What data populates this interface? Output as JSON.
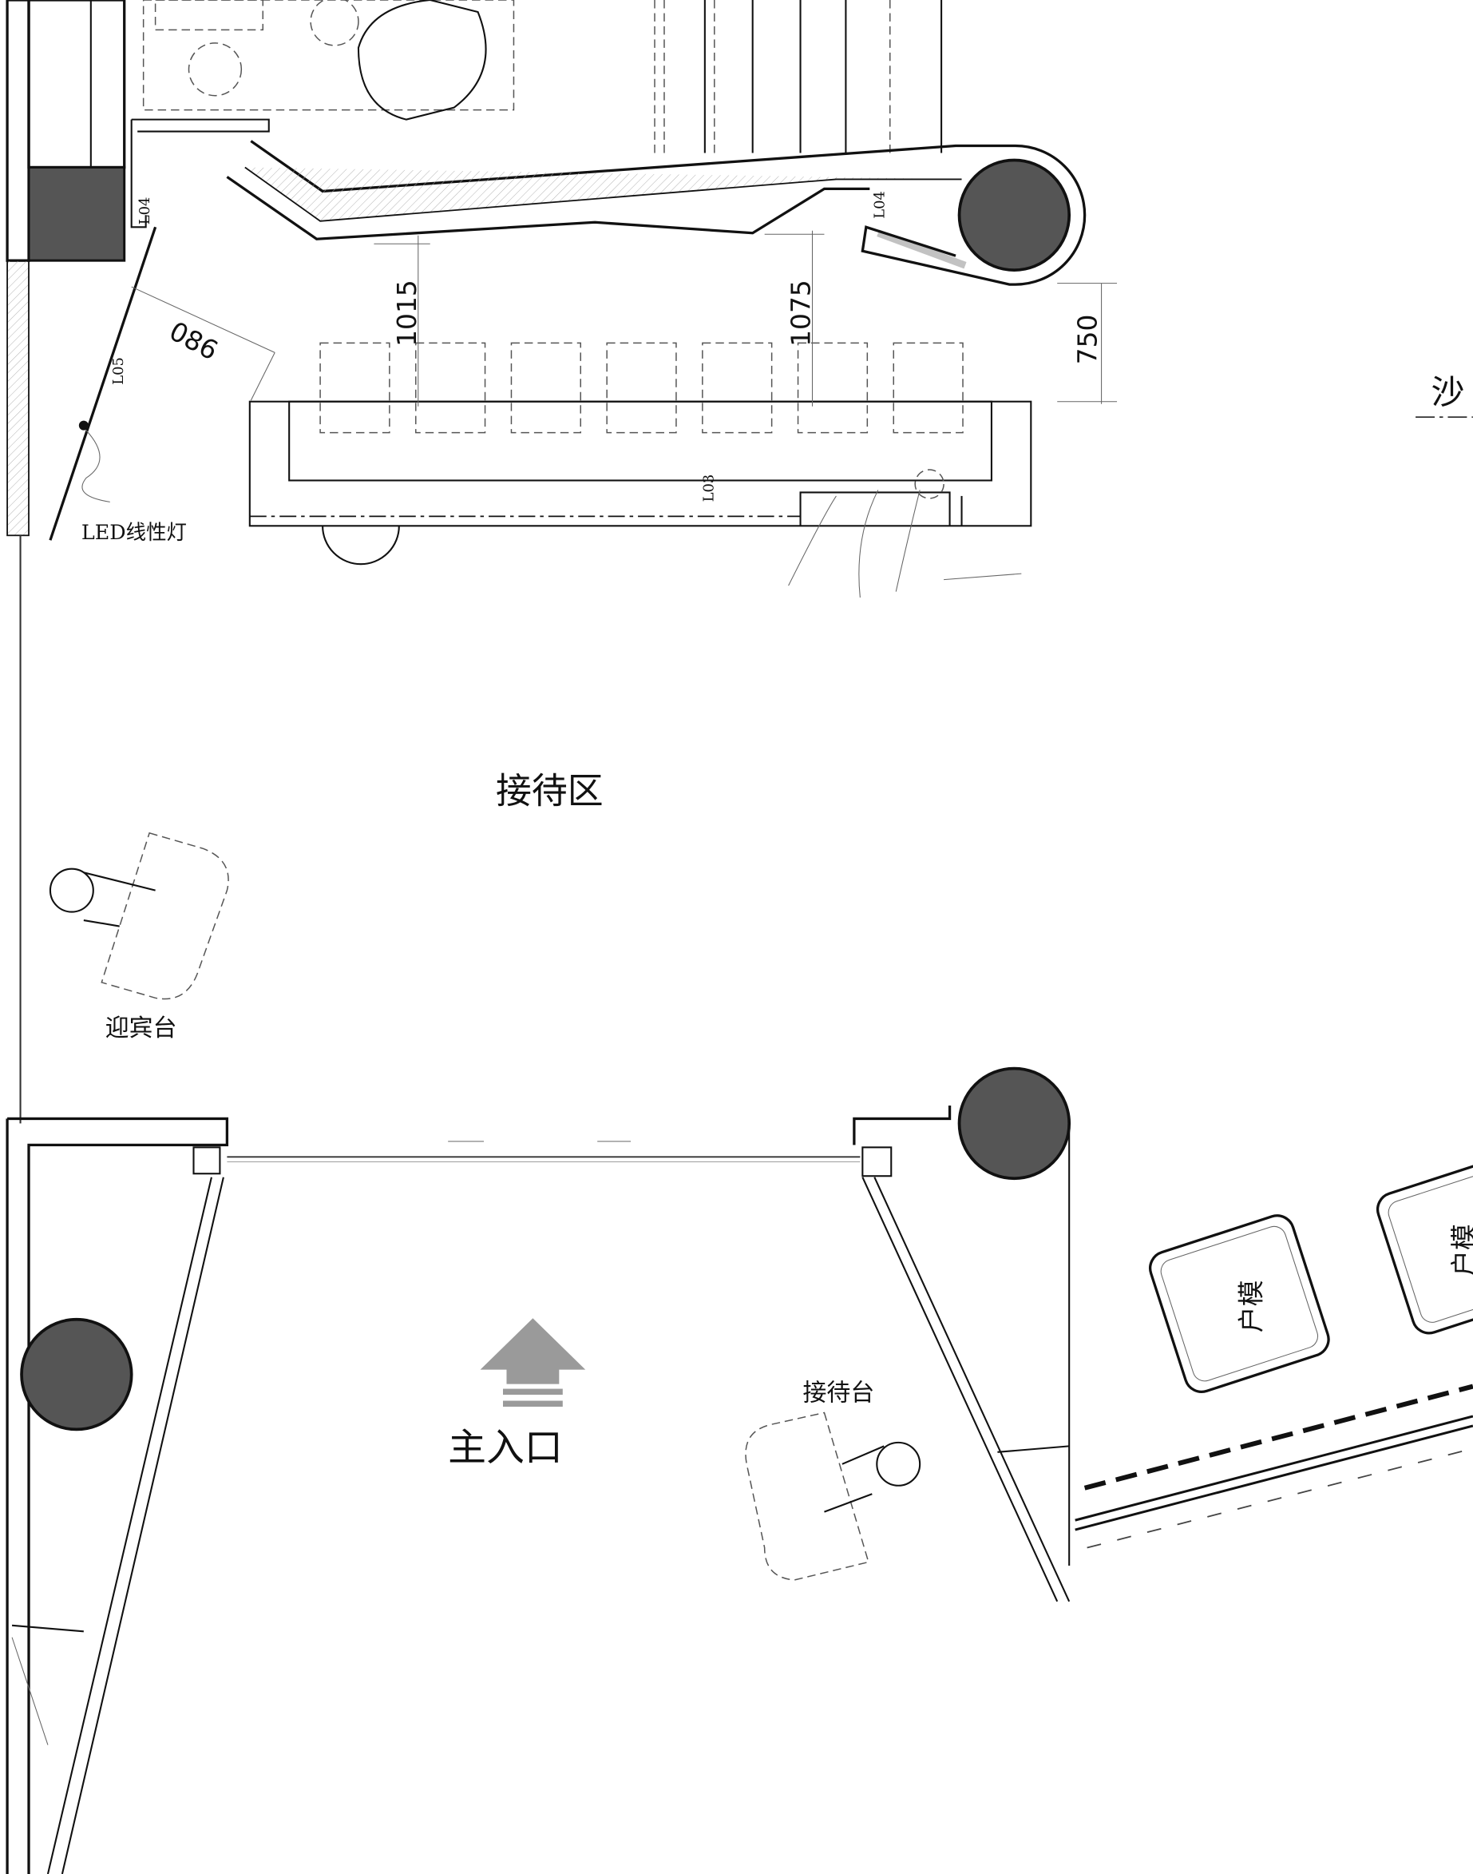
{
  "title": "接待区平面图",
  "labels": {
    "reception_area": "接待区",
    "welcome_desk": "迎宾台",
    "main_entrance": "主入口",
    "reception_desk": "接待台",
    "model_1": "户模",
    "model_2": "户模",
    "sofa_partial": "沙",
    "led_light": "LED线性灯"
  },
  "tags": {
    "l04_left": "L04",
    "l04_right": "L04",
    "l05": "L05",
    "l03": "L03"
  },
  "dimensions": {
    "d1": "086",
    "d2": "1015",
    "d3": "1075",
    "d4": "750"
  },
  "colors": {
    "line": "#111111",
    "column_fill": "#555555",
    "arrow_fill": "#9a9a9a"
  }
}
